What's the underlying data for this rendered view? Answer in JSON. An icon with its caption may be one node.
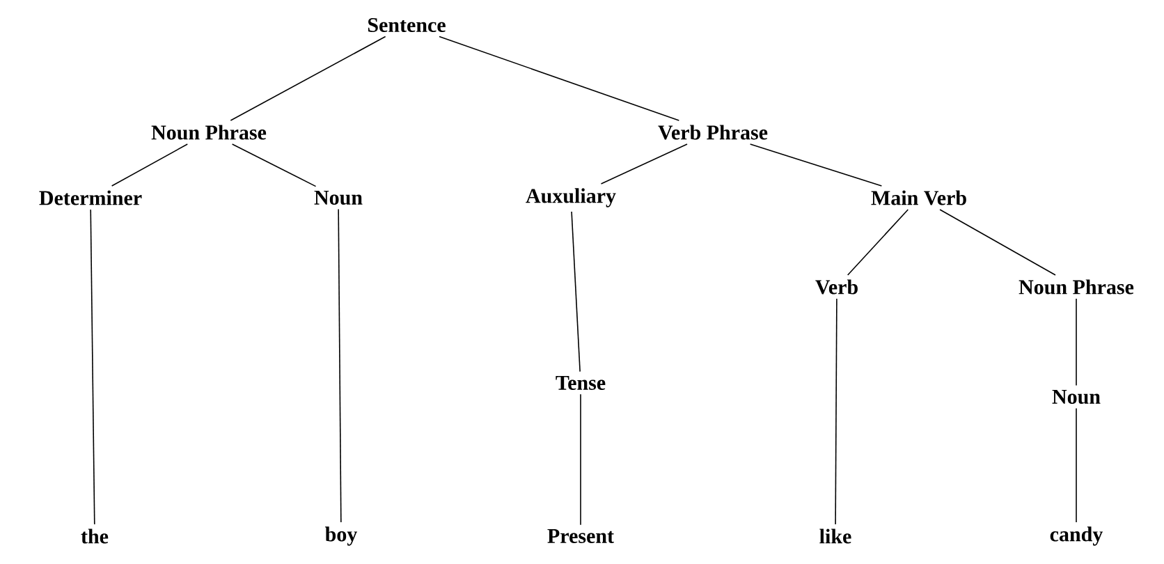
{
  "diagram": {
    "nodes": [
      {
        "text": [
          "Sentence"
        ]
      },
      {
        "text": [
          "Noun Phrase"
        ]
      },
      {
        "text": [
          "Verb Phrase"
        ]
      },
      {
        "text": [
          "Determiner"
        ]
      },
      {
        "text": [
          "Noun"
        ]
      },
      {
        "text": [
          "Auxuliary"
        ]
      },
      {
        "text": [
          "Main Verb"
        ]
      },
      {
        "text": [
          "Verb"
        ]
      },
      {
        "text": [
          "Noun Phrase"
        ]
      },
      {
        "text": [
          "Tense"
        ]
      },
      {
        "text": [
          "Noun"
        ]
      },
      {
        "text": [
          "the"
        ]
      },
      {
        "text": [
          "boy"
        ]
      },
      {
        "text": [
          "Present"
        ]
      },
      {
        "text": [
          "like"
        ]
      },
      {
        "text": [
          "candy"
        ]
      }
    ],
    "edges": [
      {
        "from": 0,
        "to": 1,
        "arrow": "none"
      },
      {
        "from": 0,
        "to": 2,
        "arrow": "none"
      },
      {
        "from": 1,
        "to": 3,
        "arrow": "none"
      },
      {
        "from": 1,
        "to": 4,
        "arrow": "none"
      },
      {
        "from": 2,
        "to": 5,
        "arrow": "none"
      },
      {
        "from": 2,
        "to": 6,
        "arrow": "none"
      },
      {
        "from": 6,
        "to": 7,
        "arrow": "none"
      },
      {
        "from": 6,
        "to": 8,
        "arrow": "none"
      },
      {
        "from": 5,
        "to": 9,
        "arrow": "none"
      },
      {
        "from": 8,
        "to": 10,
        "arrow": "none"
      },
      {
        "from": 3,
        "to": 11,
        "arrow": "none"
      },
      {
        "from": 4,
        "to": 12,
        "arrow": "none"
      },
      {
        "from": 9,
        "to": 13,
        "arrow": "none"
      },
      {
        "from": 7,
        "to": 14,
        "arrow": "none"
      },
      {
        "from": 10,
        "to": 15,
        "arrow": "none"
      }
    ]
  }
}
